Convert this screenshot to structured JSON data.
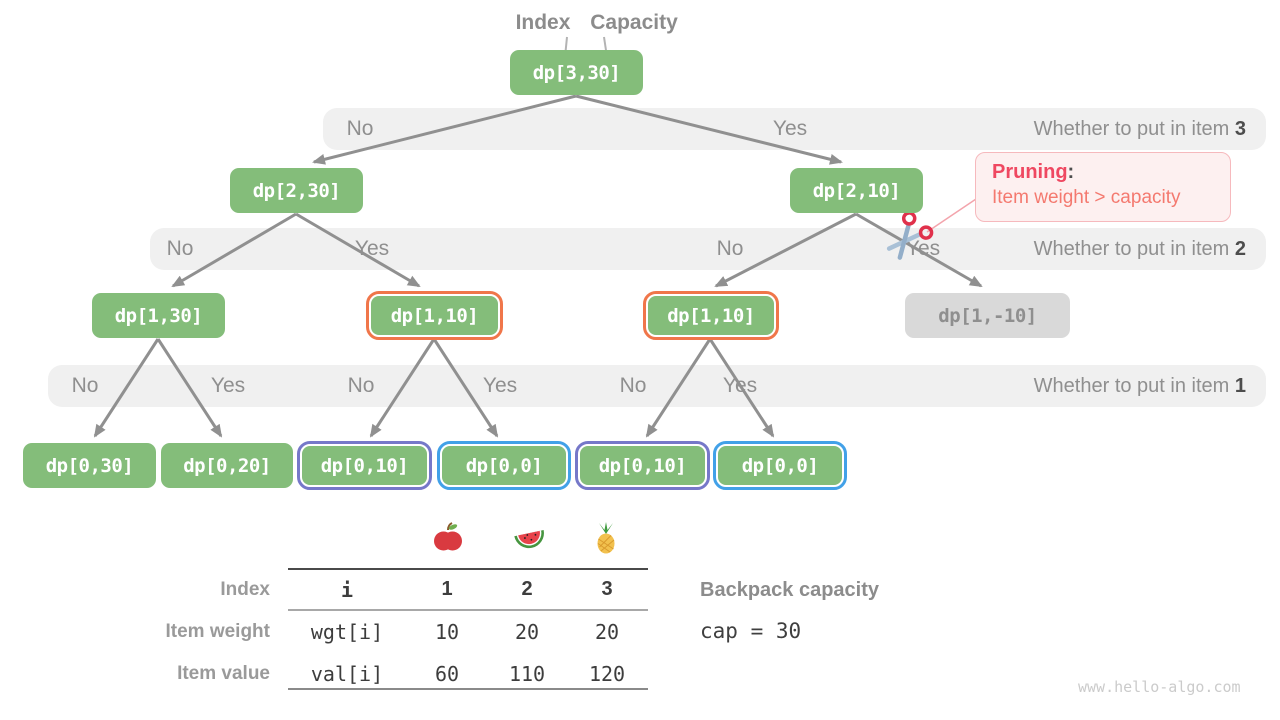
{
  "colors": {
    "node_green": "#84bd7a",
    "node_gray_bg": "#d9d9d9",
    "node_gray_text": "#8f8f8f",
    "border_orange": "#f0764a",
    "border_blue": "#42a1e8",
    "border_purple": "#7678c9",
    "band_bg": "#f0f0f0",
    "band_text": "#8f8f8f",
    "arrow": "#909090",
    "pruning_bg": "#fdf0f0",
    "pruning_border": "#f6b9bd",
    "pruning_title": "#ef4861",
    "pruning_body": "#f4796f"
  },
  "pointer_labels": {
    "index": "Index",
    "capacity": "Capacity"
  },
  "nodes": [
    {
      "label": "dp[3,30]",
      "variant": "green"
    },
    {
      "label": "dp[2,30]",
      "variant": "green"
    },
    {
      "label": "dp[2,10]",
      "variant": "green"
    },
    {
      "label": "dp[1,30]",
      "variant": "green"
    },
    {
      "label": "dp[1,10]",
      "variant": "orange"
    },
    {
      "label": "dp[1,10]",
      "variant": "orange"
    },
    {
      "label": "dp[1,-10]",
      "variant": "gray"
    },
    {
      "label": "dp[0,30]",
      "variant": "green"
    },
    {
      "label": "dp[0,20]",
      "variant": "green"
    },
    {
      "label": "dp[0,10]",
      "variant": "purple"
    },
    {
      "label": "dp[0,0]",
      "variant": "blue"
    },
    {
      "label": "dp[0,10]",
      "variant": "purple"
    },
    {
      "label": "dp[0,0]",
      "variant": "blue"
    }
  ],
  "bands": [
    {
      "question_prefix": "Whether to put in item ",
      "item_number": "3",
      "decisions": [
        "No",
        "Yes"
      ]
    },
    {
      "question_prefix": "Whether to put in item ",
      "item_number": "2",
      "decisions": [
        "No",
        "Yes",
        "No",
        "Yes"
      ]
    },
    {
      "question_prefix": "Whether to put in item ",
      "item_number": "1",
      "decisions": [
        "No",
        "Yes",
        "No",
        "Yes",
        "No",
        "Yes"
      ]
    }
  ],
  "pruning": {
    "title": "Pruning",
    "colon": ":",
    "body": "Item weight > capacity"
  },
  "icons": {
    "scissors": "scissors",
    "fruits": [
      "apple",
      "watermelon",
      "pineapple"
    ]
  },
  "table": {
    "rows": [
      {
        "label": "Index",
        "cells": [
          "i",
          "1",
          "2",
          "3"
        ]
      },
      {
        "label": "Item weight",
        "cells": [
          "wgt[i]",
          "10",
          "20",
          "20"
        ]
      },
      {
        "label": "Item value",
        "cells": [
          "val[i]",
          "60",
          "110",
          "120"
        ]
      }
    ]
  },
  "capacity": {
    "label": "Backpack capacity",
    "value": "cap = 30"
  },
  "watermark": "www.hello-algo.com"
}
